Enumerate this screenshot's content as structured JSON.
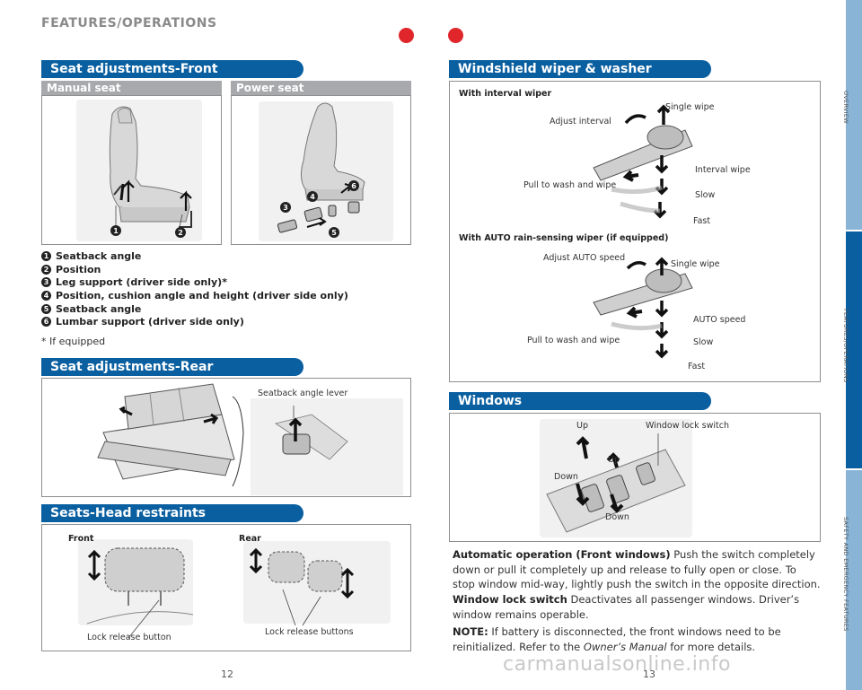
{
  "page_title": "FEATURES/OPERATIONS",
  "seat_front": {
    "header": "Seat adjustments-Front",
    "manual_label": "Manual seat",
    "power_label": "Power seat",
    "legend": [
      {
        "num": "1",
        "text": "Seatback angle"
      },
      {
        "num": "2",
        "text": "Position"
      },
      {
        "num": "3",
        "text": "Leg support (driver side only)*"
      },
      {
        "num": "4",
        "text": "Position, cushion angle and height (driver side only)"
      },
      {
        "num": "5",
        "text": "Seatback angle"
      },
      {
        "num": "6",
        "text": "Lumbar support (driver side only)"
      }
    ],
    "footnote": "* If equipped"
  },
  "seat_rear": {
    "header": "Seat adjustments-Rear",
    "lever_label": "Seatback angle lever"
  },
  "head_restraints": {
    "header": "Seats-Head restraints",
    "front_label": "Front",
    "rear_label": "Rear",
    "front_callout": "Lock release button",
    "rear_callout": "Lock release buttons"
  },
  "wiper": {
    "header": "Windshield wiper & washer",
    "interval_title": "With interval wiper",
    "interval_labels": {
      "adjust": "Adjust interval",
      "single": "Single wipe",
      "interval": "Interval wipe",
      "pull": "Pull to wash and wipe",
      "slow": "Slow",
      "fast": "Fast"
    },
    "auto_title": "With AUTO rain-sensing wiper (if equipped)",
    "auto_labels": {
      "adjust": "Adjust AUTO speed",
      "single": "Single wipe",
      "auto": "AUTO speed",
      "pull": "Pull to wash and wipe",
      "slow": "Slow",
      "fast": "Fast"
    }
  },
  "windows": {
    "header": "Windows",
    "labels": {
      "up1": "Up",
      "up2": "Up",
      "lock_switch": "Window lock switch",
      "down1": "Down",
      "down2": "Down"
    },
    "auto_op_title": "Automatic operation (Front windows)",
    "auto_op_text": "Push the switch completely down or pull it completely up and release to fully open or close. To stop window mid-way, lightly push the switch in the opposite direction.",
    "lock_title": "Window lock switch",
    "lock_text": "Deactivates all passenger windows. Driver’s window remains operable.",
    "note_title": "NOTE:",
    "note_text_1": "If battery is disconnected, the front windows need to be reinitialized. Refer to the",
    "note_italic": "Owner’s Manual",
    "note_text_2": "for more details."
  },
  "side_tabs": [
    "OVERVIEW",
    "FEATURES/OPERATIONS",
    "SAFETY AND EMERGENCY FEATURES"
  ],
  "page_numbers": {
    "left": "12",
    "right": "13"
  },
  "watermark": "carmanualsonline.info",
  "colors": {
    "header_blue": "#0a5fa0",
    "sub_gray": "#a7a9ac",
    "dot_red": "#e0262a",
    "tab_light": "#8ab4d6"
  }
}
